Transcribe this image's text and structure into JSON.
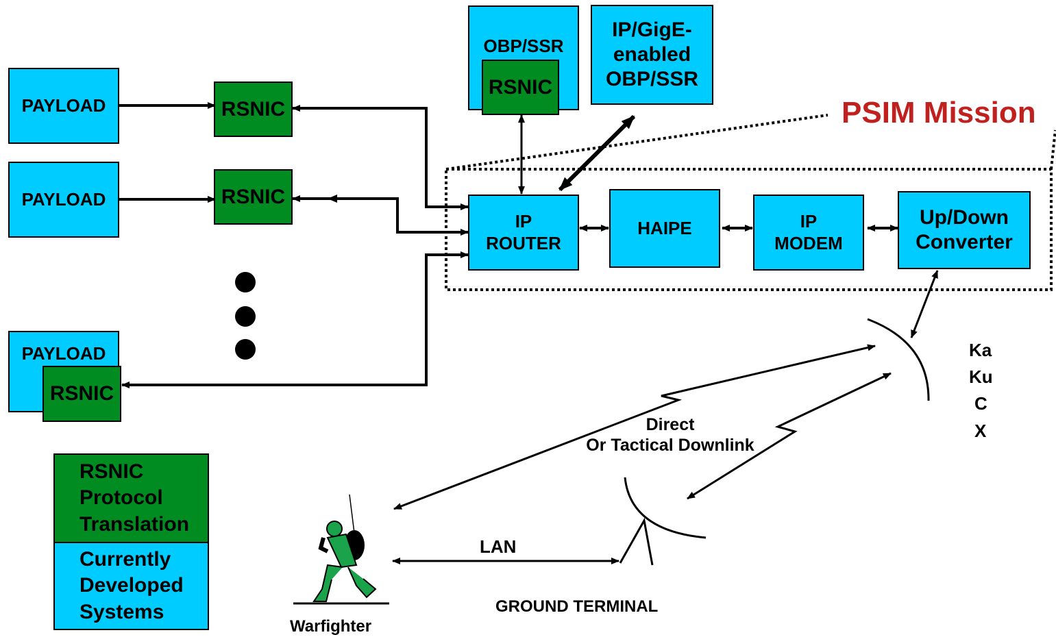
{
  "colors": {
    "system": "#00ccff",
    "rsnic": "#008c21",
    "mission": "#c0201e"
  },
  "payloads": [
    "PAYLOAD",
    "PAYLOAD",
    "PAYLOAD"
  ],
  "rsnic_label": "RSNIC",
  "obp_ssr": "OBP/SSR",
  "ip_gige": "IP/GigE-\nenabled\nOBP/SSR",
  "mission_title": "PSIM Mission",
  "chain": {
    "router": "IP\nROUTER",
    "haipe": "HAIPE",
    "modem": "IP\nMODEM",
    "converter": "Up/Down\nConverter"
  },
  "bands": [
    "Ka",
    "Ku",
    "C",
    "X"
  ],
  "downlink": "Direct\nOr Tactical Downlink",
  "lan": "LAN",
  "ground_terminal": "GROUND TERMINAL",
  "warfighter": "Warfighter",
  "legend": {
    "rsnic": "RSNIC\nProtocol\nTranslation",
    "current": "Currently\nDeveloped\nSystems"
  }
}
